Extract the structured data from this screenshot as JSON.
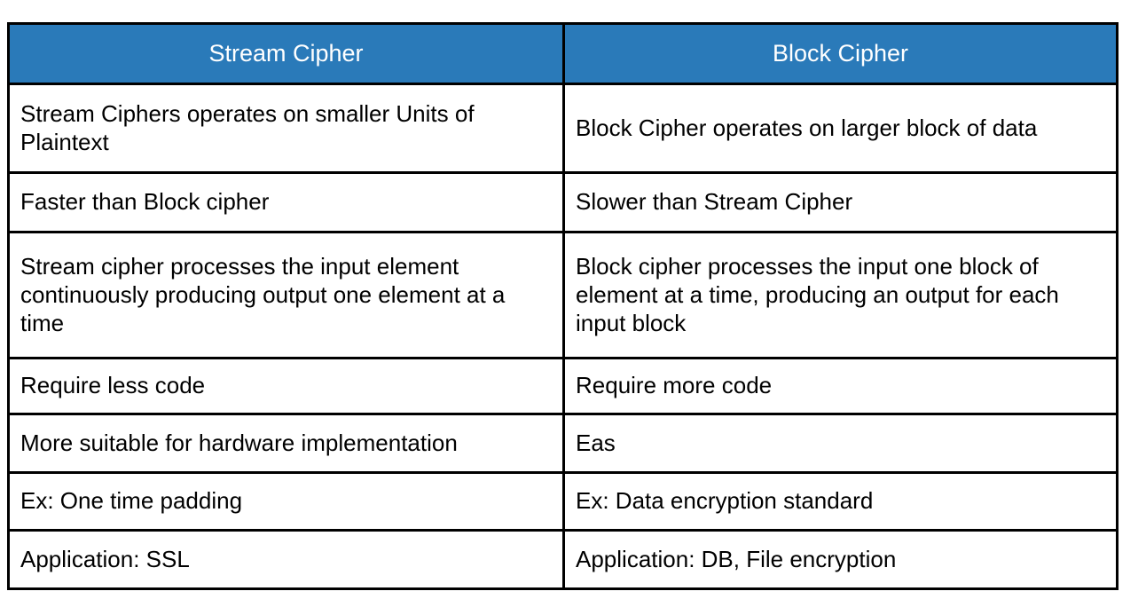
{
  "table": {
    "headers": [
      {
        "label": "Stream Cipher"
      },
      {
        "label": "Block Cipher"
      }
    ],
    "rows": [
      {
        "left": "Stream Ciphers operates on smaller Units of Plaintext",
        "right": "Block Cipher operates on larger block of data"
      },
      {
        "left": "Faster than Block cipher",
        "right": "Slower than Stream Cipher"
      },
      {
        "left": "Stream cipher processes the input element continuously producing output one element at a time",
        "right": "Block cipher processes the input one block of element at a time, producing an output for each input block"
      },
      {
        "left": "Require less code",
        "right": "Require more code"
      },
      {
        "left": "More suitable for hardware implementation",
        "right": "Eas"
      },
      {
        "left": "Ex: One time padding",
        "right": "Ex: Data encryption standard"
      },
      {
        "left": "Application: SSL",
        "right": "Application: DB, File encryption"
      }
    ]
  },
  "colors": {
    "header_background": "#2a7ab9",
    "header_text": "#ffffff",
    "border": "#000000",
    "cell_background": "#ffffff",
    "cell_text": "#000000",
    "page_background": "#ffffff"
  }
}
